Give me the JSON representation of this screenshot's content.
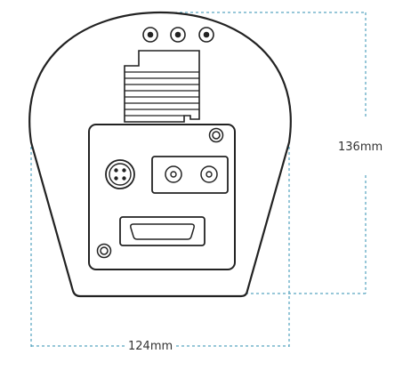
{
  "dimensions": {
    "height_label": "136mm",
    "width_label": "124mm"
  },
  "colors": {
    "outline": "#222222",
    "dimension_line": "#2f8fb0",
    "label_text": "#333333",
    "background": "#ffffff"
  },
  "components": {
    "top_ports": {
      "count": 3
    },
    "heatsink_fins": {
      "count": 8
    },
    "panel_screws": {
      "count": 2
    },
    "round_connector_pins": {
      "count": 4
    },
    "coax_connectors": {
      "count": 2
    },
    "d_sub_connector": {
      "count": 1
    }
  },
  "icons": {
    "port": "circle-port-icon",
    "screw": "screw-icon",
    "round_connector": "round-connector-icon",
    "coax": "coax-connector-icon",
    "dsub": "d-sub-connector-icon"
  }
}
